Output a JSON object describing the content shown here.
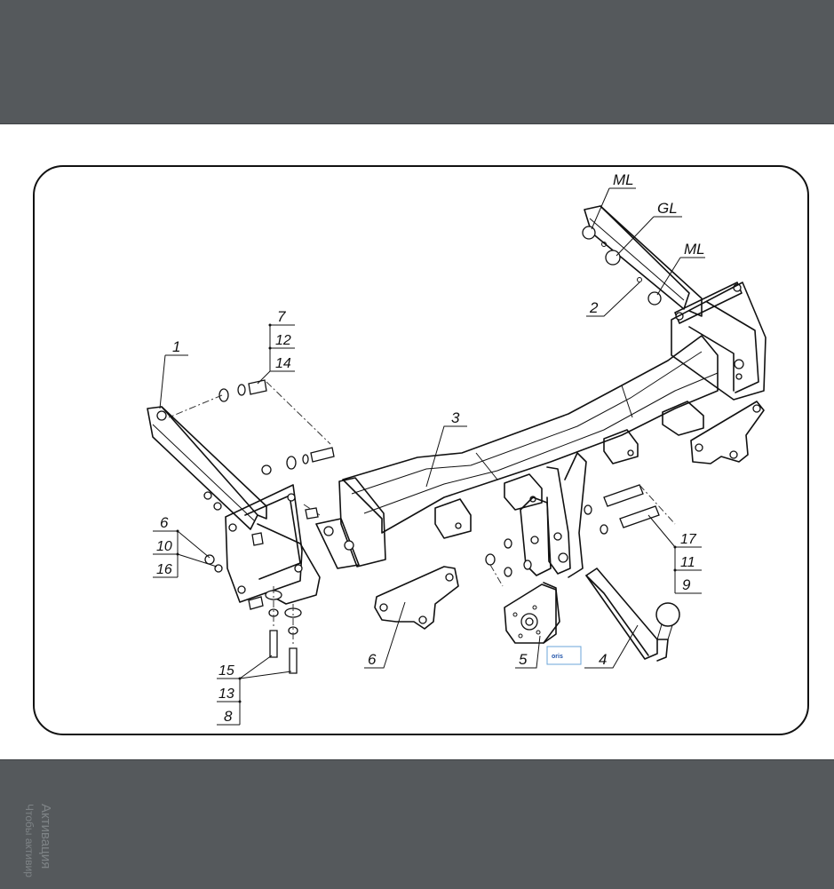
{
  "labels": {
    "ml_top": "ML",
    "gl": "GL",
    "ml_mid": "ML",
    "part_1": "1",
    "part_2": "2",
    "part_3": "3",
    "part_4": "4",
    "part_5": "5",
    "part_6_left": "6",
    "part_6_bottom": "6",
    "stack_7": "7",
    "stack_12": "12",
    "stack_14": "14",
    "stack_10": "10",
    "stack_16": "16",
    "stack_15": "15",
    "stack_13": "13",
    "stack_8": "8",
    "stack_17": "17",
    "stack_11": "11",
    "stack_9": "9"
  },
  "logo": {
    "text": "oris"
  },
  "watermark": {
    "line1": "Активация",
    "line2": "Чтобы активир"
  }
}
